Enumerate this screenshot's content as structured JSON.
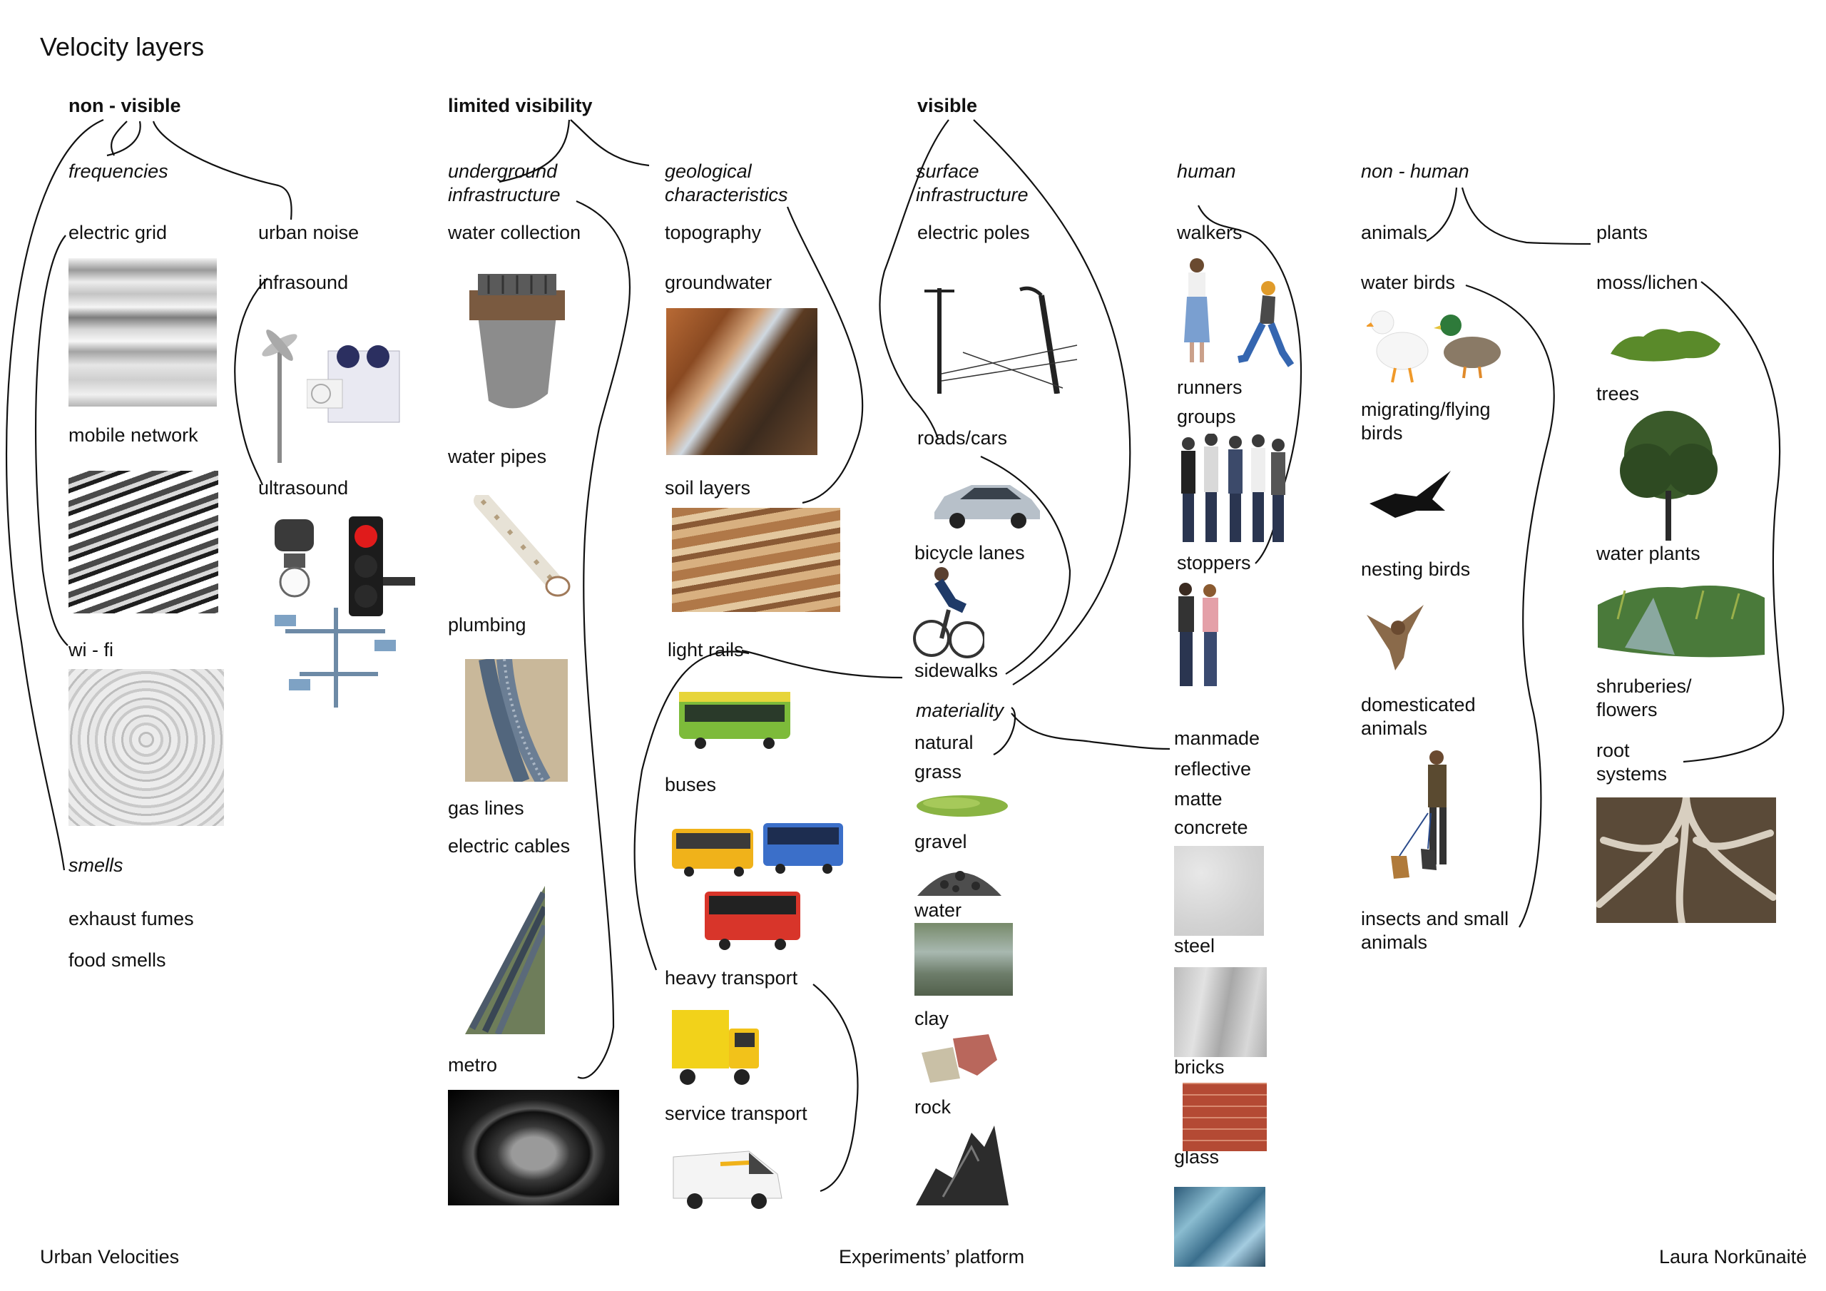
{
  "title": "Velocity layers",
  "footer": {
    "left": "Urban Velocities",
    "center": "Experiments’ platform",
    "right": "Laura Norkūnaitė"
  },
  "labels": {
    "non_visible": "non - visible",
    "limited_visibility": "limited visibility",
    "visible": "visible",
    "frequencies": "frequencies",
    "electric_grid": "electric grid",
    "urban_noise": "urban noise",
    "infrasound": "infrasound",
    "mobile_network": "mobile network",
    "ultrasound": "ultrasound",
    "wi_fi": "wi - fi",
    "smells": "smells",
    "exhaust_fumes": "exhaust fumes",
    "food_smells": "food smells",
    "underground_1": "underground",
    "underground_2": "infrastructure",
    "geological_1": "geological",
    "geological_2": "characteristics",
    "water_collection": "water collection",
    "topography": "topography",
    "groundwater": "groundwater",
    "water_pipes": "water pipes",
    "soil_layers": "soil layers",
    "plumbing": "plumbing",
    "light_rails": "light rails",
    "gas_lines": "gas lines",
    "electric_cables": "electric cables",
    "buses": "buses",
    "heavy_transport": "heavy transport",
    "metro": "metro",
    "service_transport": "service transport",
    "surface_1": "surface",
    "surface_2": "infrastructure",
    "electric_poles": "electric poles",
    "roads_cars": "roads/cars",
    "bicycle_lanes": "bicycle lanes",
    "sidewalks": "sidewalks",
    "materiality": "materiality",
    "natural": "natural",
    "grass": "grass",
    "gravel": "gravel",
    "water": "water",
    "clay": "clay",
    "rock": "rock",
    "human": "human",
    "walkers": "walkers",
    "runners": "runners",
    "groups": "groups",
    "stoppers": "stoppers",
    "manmade": "manmade",
    "reflective": "reflective",
    "matte": "matte",
    "concrete": "concrete",
    "steel": "steel",
    "bricks": "bricks",
    "glass": "glass",
    "non_human": "non - human",
    "animals": "animals",
    "plants": "plants",
    "water_birds": "water birds",
    "migrating_1": "migrating/flying",
    "migrating_2": "birds",
    "nesting_birds": "nesting birds",
    "domesticated_1": "domesticated",
    "domesticated_2": "animals",
    "insects_1": "insects and small",
    "insects_2": "animals",
    "moss_lichen": "moss/lichen",
    "trees": "trees",
    "water_plants": "water plants",
    "shrubs_1": "shruberies/",
    "shrubs_2": "flowers",
    "root_1": "root",
    "root_2": "systems"
  },
  "icons": [
    "grid-photo",
    "wind-turbine-icon",
    "ac-unit-icon",
    "mobile-network-photo",
    "motion-sensor-icon",
    "traffic-light-icon",
    "wifi-ripple-photo",
    "drain-grate-icon",
    "water-pipe-icon",
    "plumbing-pipes-icon",
    "electric-cables-icon",
    "metro-tunnel-photo",
    "groundwater-photo",
    "soil-layers-photo",
    "tram-icon",
    "bus-yellow-icon",
    "bus-blue-icon",
    "bus-red-icon",
    "truck-icon",
    "van-icon",
    "electric-pole-icon",
    "car-icon",
    "cyclist-icon",
    "grass-icon",
    "gravel-icon",
    "water-photo",
    "clay-icon",
    "rock-icon",
    "walker-woman-icon",
    "runner-man-icon",
    "group-people-icon",
    "stoppers-icon",
    "concrete-photo",
    "steel-photo",
    "bricks-photo",
    "glass-photo",
    "duck-white-icon",
    "mallard-icon",
    "crow-icon",
    "sparrow-icon",
    "man-dogs-icon",
    "moss-icon",
    "tree-icon",
    "water-plants-icon",
    "roots-photo"
  ]
}
